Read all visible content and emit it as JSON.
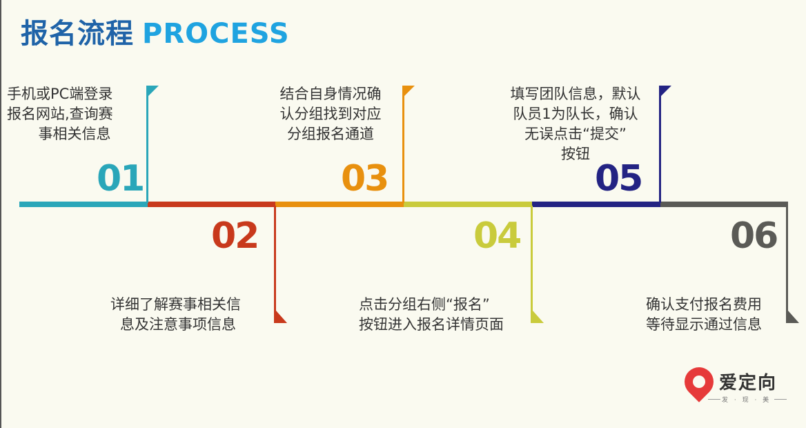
{
  "header": {
    "title_cn": "报名流程",
    "title_en": "PROCESS"
  },
  "colors": {
    "title_cn": "#1f63a8",
    "title_en": "#1fa3e0",
    "step1": "#2aa6b9",
    "step2": "#c8391c",
    "step3": "#e8900e",
    "step4": "#c9cb3c",
    "step5": "#232383",
    "step6": "#5a5a56"
  },
  "steps": [
    {
      "number": "01",
      "lines": [
        "手机或PC端登录",
        "报名网站,查询赛",
        "事相关信息"
      ]
    },
    {
      "number": "02",
      "lines": [
        "详细了解赛事相关信",
        "息及注意事项信息"
      ]
    },
    {
      "number": "03",
      "lines": [
        "结合自身情况确",
        "认分组找到对应",
        "分组报名通道"
      ]
    },
    {
      "number": "04",
      "lines": [
        "点击分组右侧“报名”",
        "按钮进入报名详情页面"
      ]
    },
    {
      "number": "05",
      "lines": [
        "填写团队信息，默认",
        "队员1为队长，确认",
        "无误点击“提交”",
        "按钮"
      ]
    },
    {
      "number": "06",
      "lines": [
        "确认支付报名费用",
        "等待显示通过信息"
      ]
    }
  ],
  "logo": {
    "name": "爱定向",
    "tagline": "发 · 现 · 美",
    "icon": "location-pin-icon"
  }
}
